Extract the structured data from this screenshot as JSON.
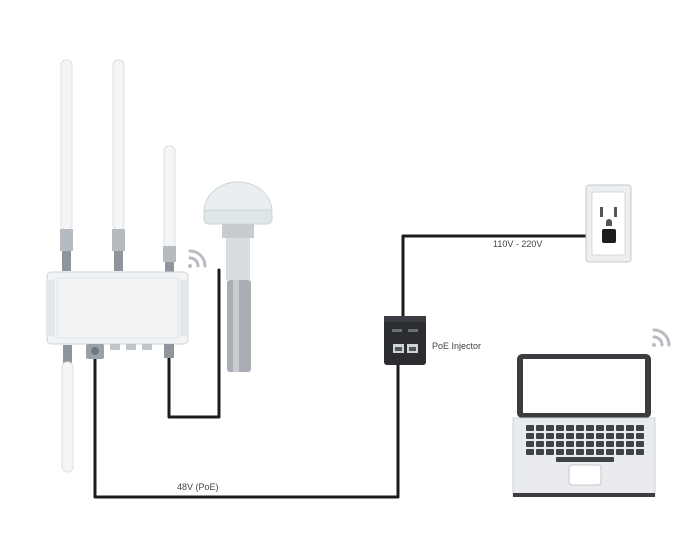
{
  "diagram": {
    "labels": {
      "ac_voltage": "110V - 220V",
      "poe_injector": "PoE Injector",
      "poe_voltage": "48V (PoE)"
    },
    "colors": {
      "cable": "#1c1c1c",
      "device_body": "#f2f3f4",
      "device_edge": "#cfd3d7",
      "connector": "#9aa1a8",
      "injector": "#2b2d30",
      "wifi": "#b8bcc0",
      "laptop_frame": "#3a3c40",
      "laptop_base": "#e9ebee",
      "keyboard_key": "#3f4247"
    },
    "icons": [
      "wifi-icon",
      "wall-outlet-icon",
      "laptop-icon",
      "gps-antenna-icon",
      "omni-antenna-icon"
    ]
  }
}
